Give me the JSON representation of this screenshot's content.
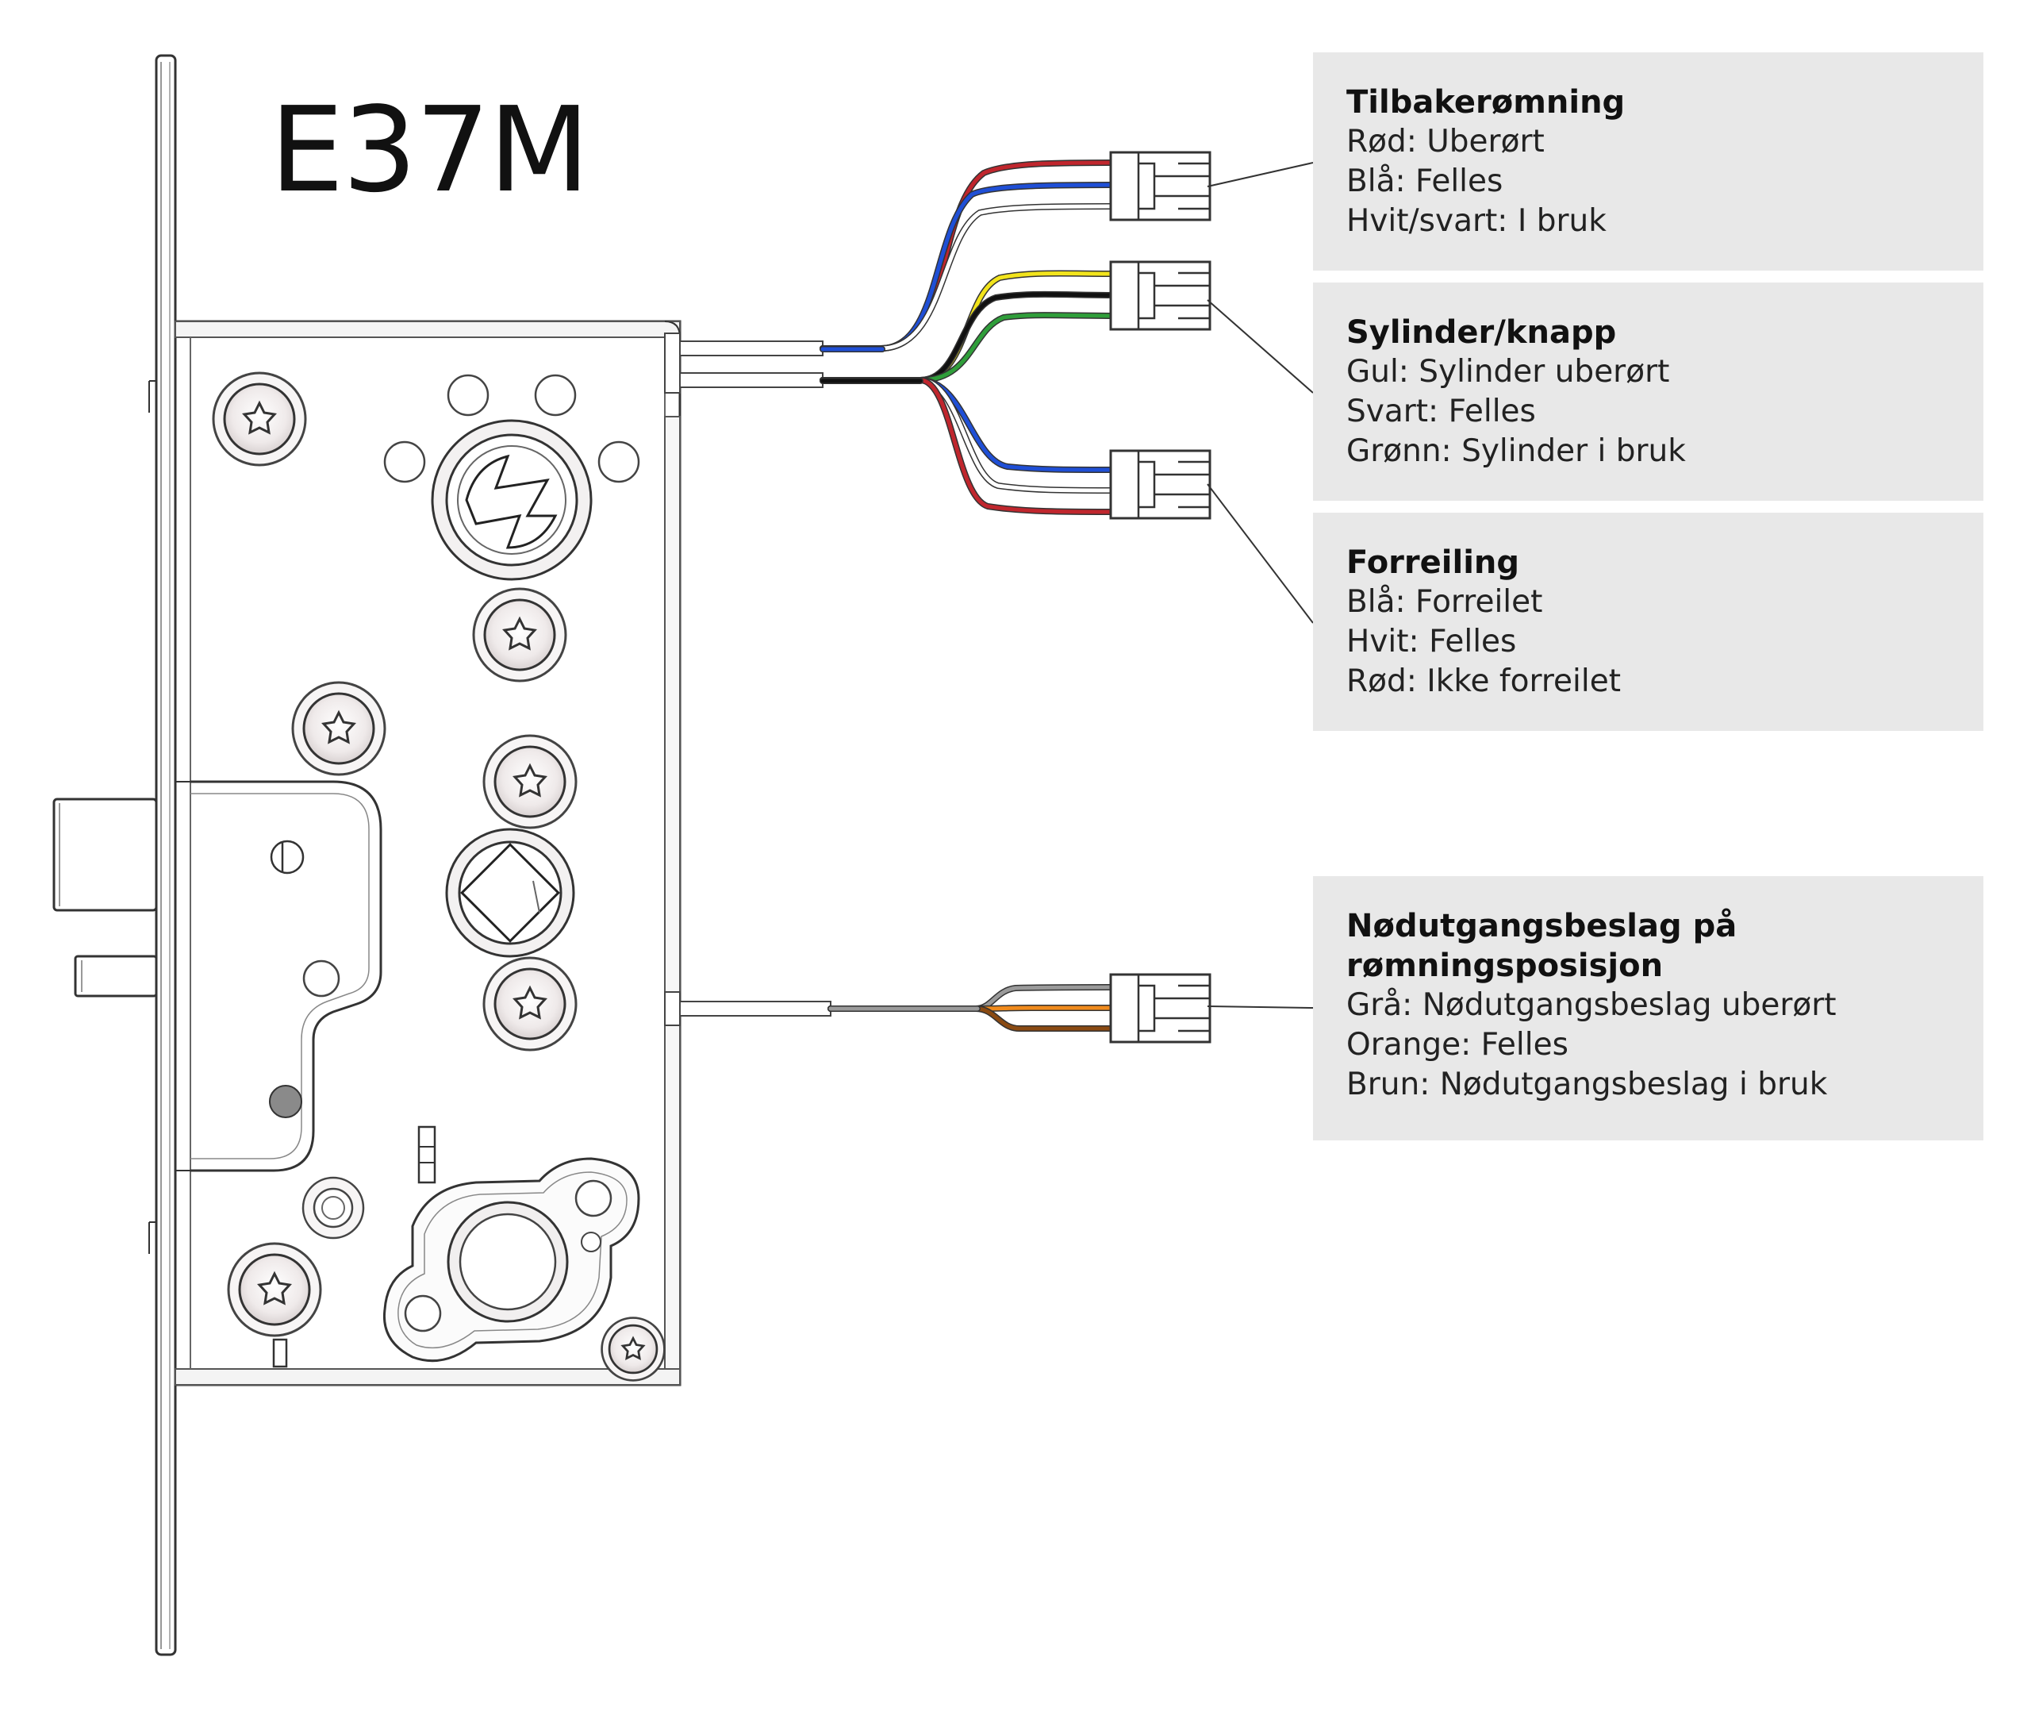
{
  "model": "E37M",
  "colors": {
    "red": "#c0262d",
    "blue": "#1f4fd6",
    "white": "#ffffff",
    "black": "#111111",
    "yellow": "#f2e41c",
    "green": "#2f9e3a",
    "grey": "#9a9a9a",
    "orange": "#f08a1c",
    "brown": "#8a4a12",
    "panel": "#e8e8e8"
  },
  "legend": [
    {
      "title": [
        "Tilbakerømning"
      ],
      "lines": [
        "Rød: Uberørt",
        "Blå: Felles",
        "Hvit/svart: I bruk"
      ]
    },
    {
      "title": [
        "Sylinder/knapp"
      ],
      "lines": [
        "Gul: Sylinder uberørt",
        "Svart: Felles",
        "Grønn: Sylinder i bruk"
      ]
    },
    {
      "title": [
        "Forreiling"
      ],
      "lines": [
        "Blå: Forreilet",
        "Hvit: Felles",
        "Rød: Ikke forreilet"
      ]
    },
    {
      "title": [
        "Nødutgangsbeslag på",
        "rømningsposisjon"
      ],
      "lines": [
        "Grå: Nødutgangsbeslag uberørt",
        "Orange: Felles",
        "Brun: Nødutgangsbeslag i bruk"
      ]
    }
  ]
}
